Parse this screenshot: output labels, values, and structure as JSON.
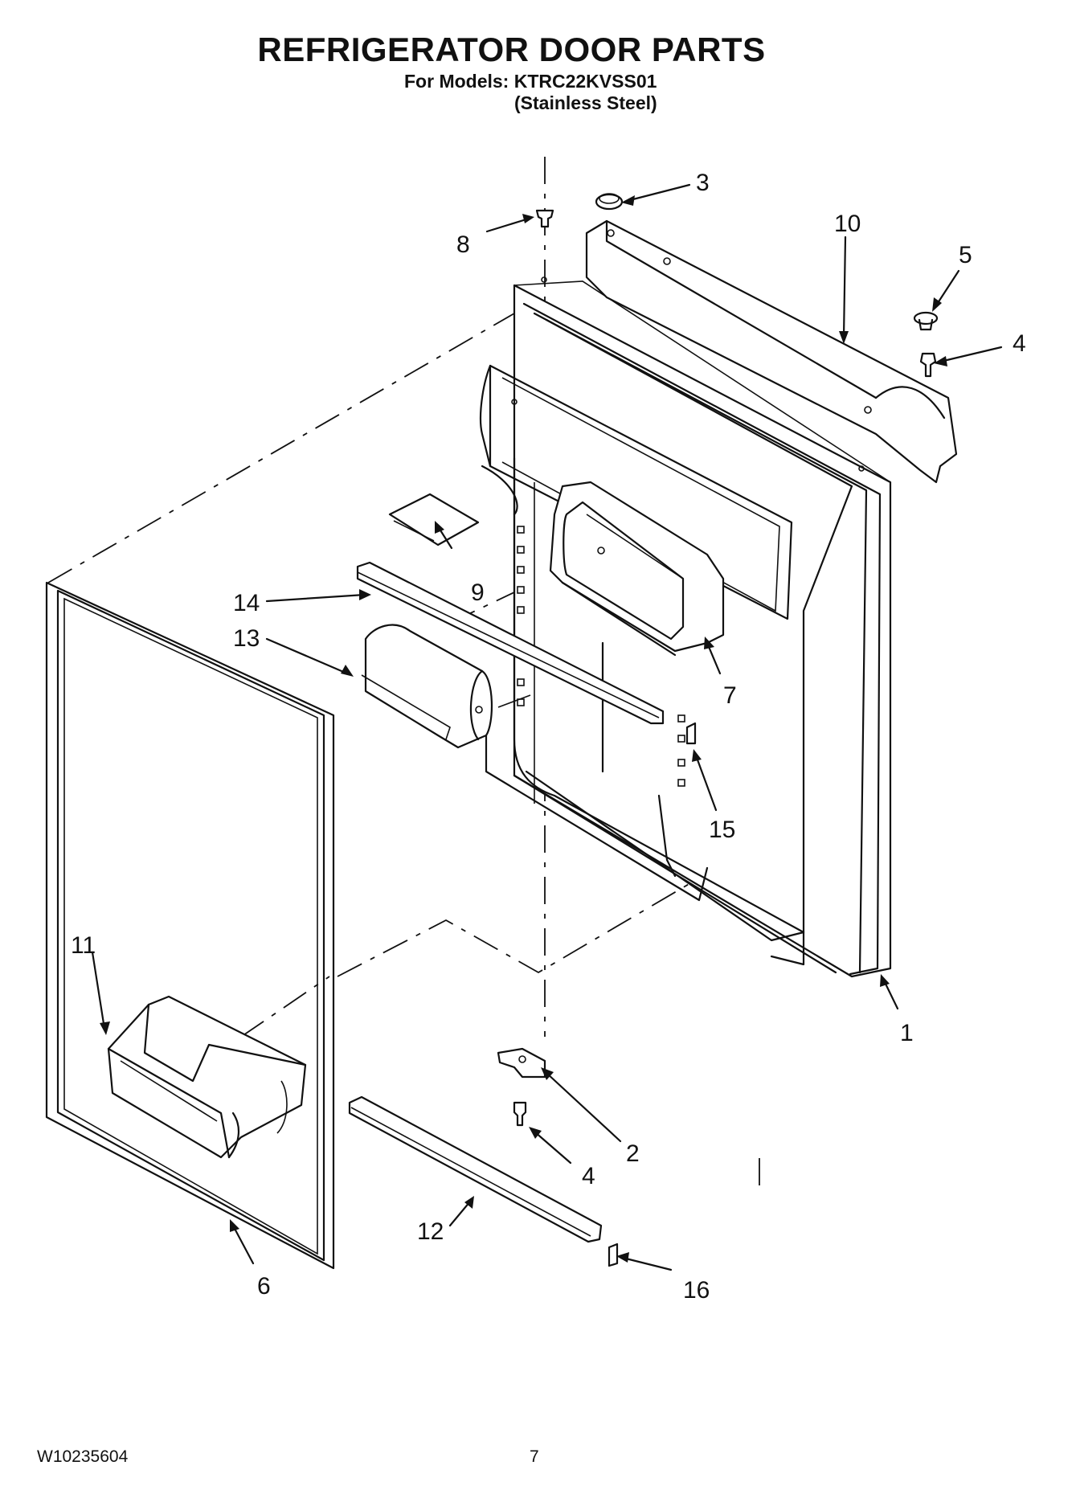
{
  "header": {
    "title": "REFRIGERATOR DOOR PARTS",
    "models_line": "For Models: KTRC22KVSS01",
    "finish_line": "(Stainless Steel)"
  },
  "footer": {
    "doc_number": "W10235604",
    "page_number": "7"
  },
  "callouts": {
    "c1": "1",
    "c2": "2",
    "c3": "3",
    "c4a": "4",
    "c4b": "4",
    "c5": "5",
    "c6": "6",
    "c7": "7",
    "c8": "8",
    "c9": "9",
    "c10": "10",
    "c11": "11",
    "c12": "12",
    "c13": "13",
    "c14": "14",
    "c15": "15",
    "c16": "16"
  }
}
